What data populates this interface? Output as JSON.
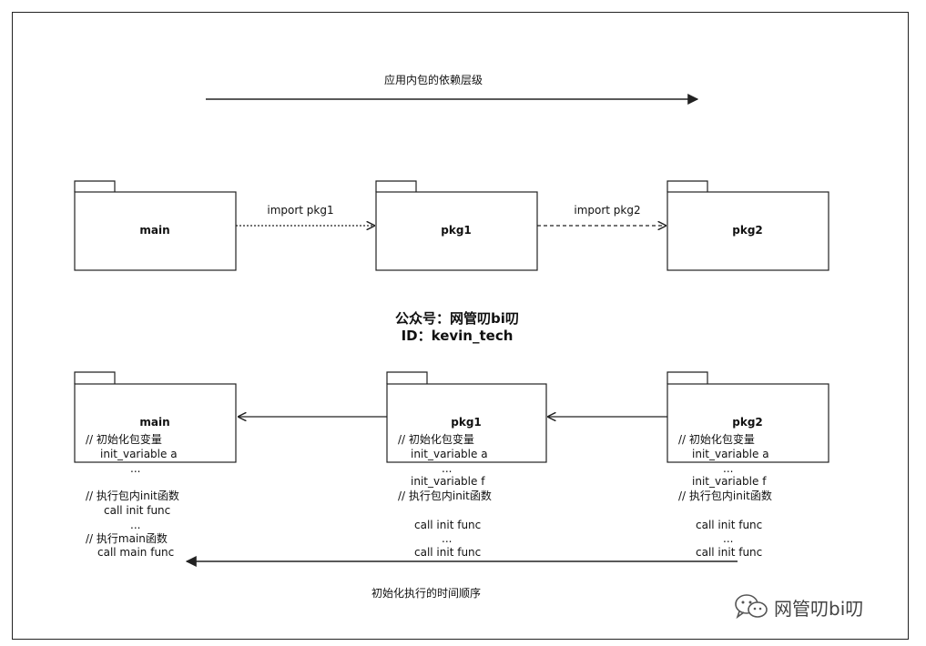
{
  "top_arrow_label": "应用内包的依赖层级",
  "bottom_arrow_label": "初始化执行的时间顺序",
  "dependency_row": {
    "packages": [
      "main",
      "pkg1",
      "pkg2"
    ],
    "edges": [
      "import pkg1",
      "import pkg2"
    ]
  },
  "center_info": {
    "line1": "公众号：网管叨bi叨",
    "line2": "ID：kevin_tech"
  },
  "init_row": {
    "main": {
      "name": "main",
      "lines": [
        "// 初始化包变量",
        "init_variable a",
        "...",
        "// 执行包内init函数",
        "call init func",
        "...",
        "// 执行main函数",
        "call main func"
      ]
    },
    "pkg1": {
      "name": "pkg1",
      "lines": [
        "// 初始化包变量",
        "init_variable a",
        "...",
        "init_variable f",
        "// 执行包内init函数",
        "call init func",
        "...",
        "call init func"
      ]
    },
    "pkg2": {
      "name": "pkg2",
      "lines": [
        "// 初始化包变量",
        "init_variable a",
        "...",
        "init_variable f",
        "// 执行包内init函数",
        "call init func",
        "...",
        "call init func"
      ]
    }
  },
  "watermark": {
    "text": "网管叨bi叨",
    "icon": "wechat-icon"
  },
  "colors": {
    "stroke": "#222222",
    "text": "#111111"
  }
}
